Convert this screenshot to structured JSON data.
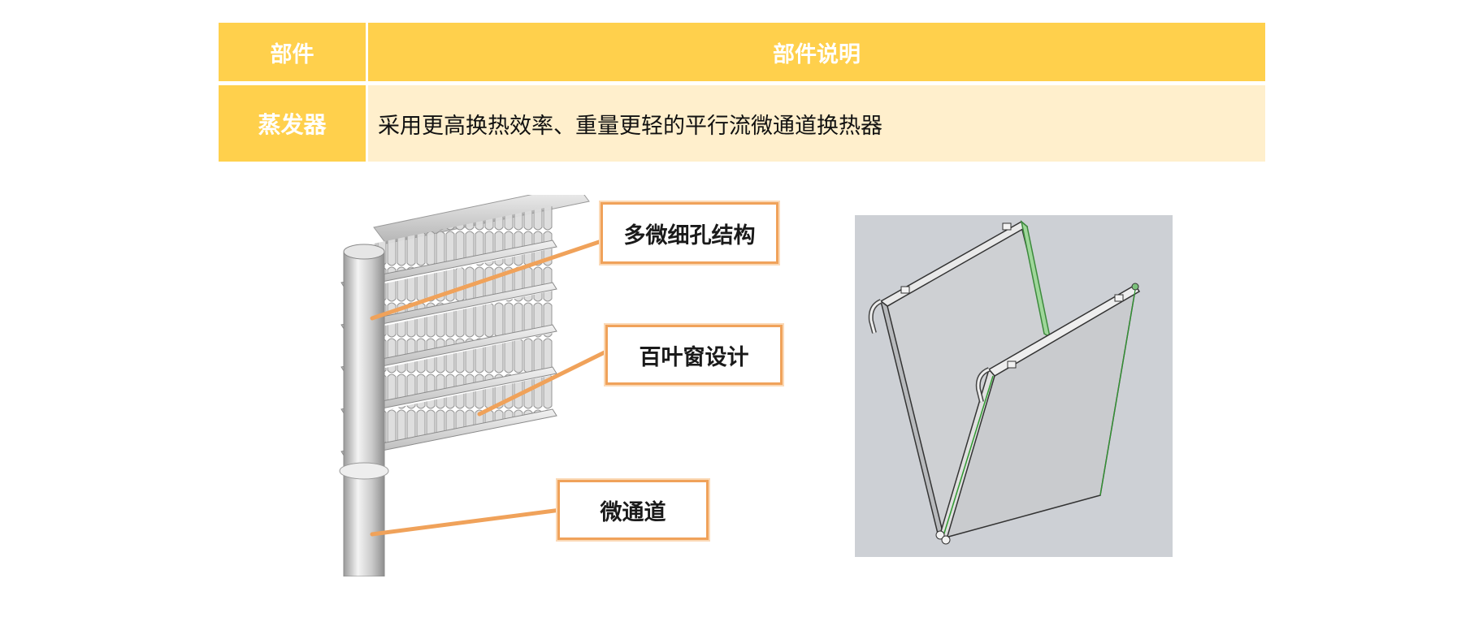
{
  "table": {
    "headers": {
      "part": "部件",
      "description": "部件说明"
    },
    "rows": [
      {
        "part": "蒸发器",
        "description": "采用更高换热效率、重量更轻的平行流微通道换热器"
      }
    ]
  },
  "figure_left": {
    "callouts": [
      {
        "label": "多微细孔结构"
      },
      {
        "label": "百叶窗设计"
      },
      {
        "label": "微通道"
      }
    ],
    "accent_color": "#f0a25a"
  },
  "colors": {
    "header_bg": "#ffd04c",
    "row_bg": "#ffefcc",
    "render_bg": "#cdd0d5"
  }
}
